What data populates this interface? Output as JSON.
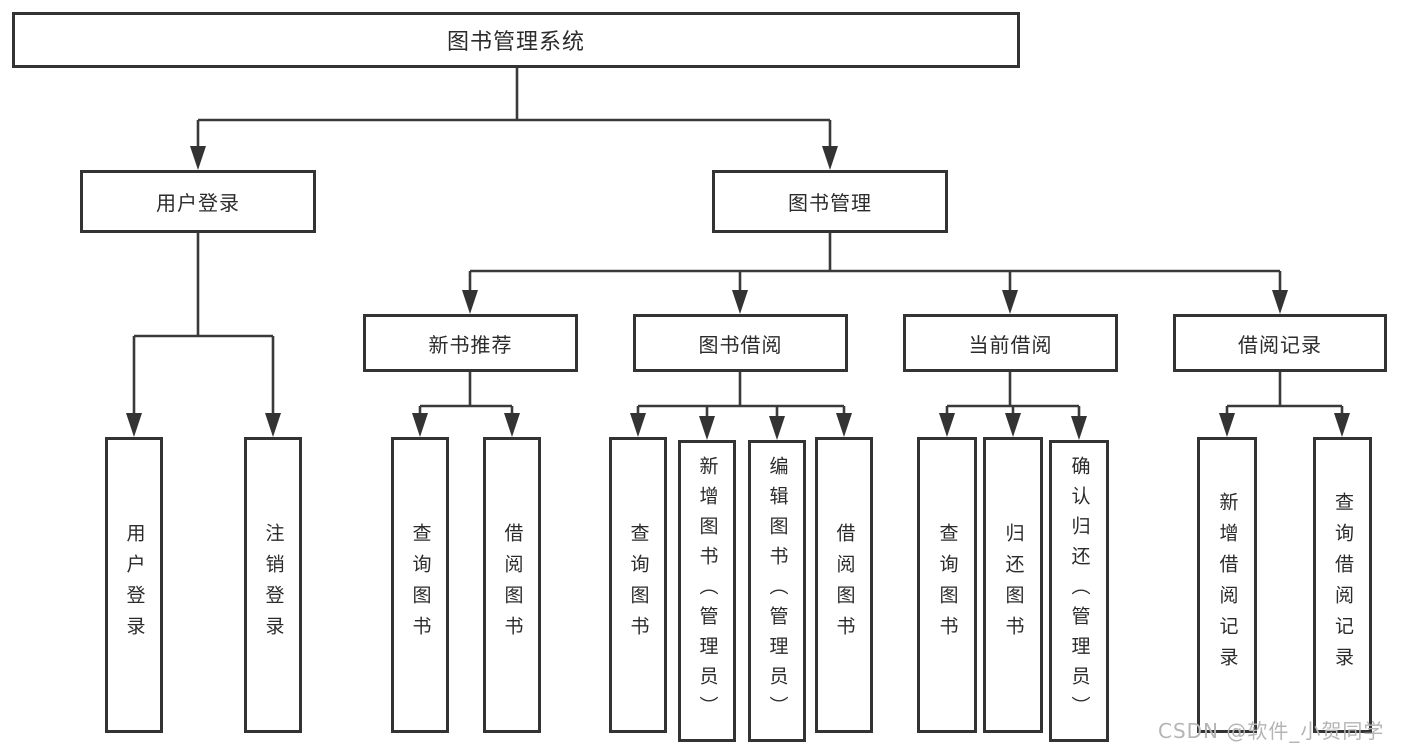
{
  "tree": {
    "label": "图书管理系统",
    "children": [
      {
        "label": "用户登录",
        "children": [
          {
            "label": "用户登录"
          },
          {
            "label": "注销登录"
          }
        ]
      },
      {
        "label": "图书管理",
        "children": [
          {
            "label": "新书推荐",
            "children": [
              {
                "label": "查询图书"
              },
              {
                "label": "借阅图书"
              }
            ]
          },
          {
            "label": "图书借阅",
            "children": [
              {
                "label": "查询图书"
              },
              {
                "label": "新增图书（管理员）"
              },
              {
                "label": "编辑图书（管理员）"
              },
              {
                "label": "借阅图书"
              }
            ]
          },
          {
            "label": "当前借阅",
            "children": [
              {
                "label": "查询图书"
              },
              {
                "label": "归还图书"
              },
              {
                "label": "确认归还（管理员）"
              }
            ]
          },
          {
            "label": "借阅记录",
            "children": [
              {
                "label": "新增借阅记录"
              },
              {
                "label": "查询借阅记录"
              }
            ]
          }
        ]
      }
    ]
  },
  "watermark": {
    "text": "CSDN @软件_小贺同学",
    "color": "#b5b5b5"
  },
  "colors": {
    "background": "#ffffff",
    "line": "#3a3a3a",
    "border": "#333333",
    "text": "#2b2b2b"
  }
}
